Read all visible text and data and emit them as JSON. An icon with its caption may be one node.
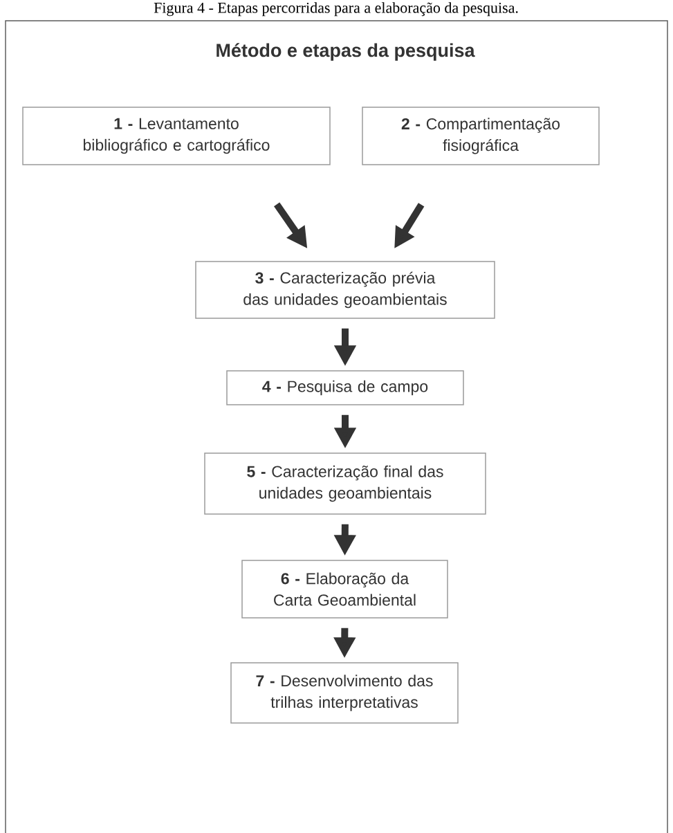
{
  "diagram": {
    "title": "Método e etapas da pesquisa",
    "caption": "Figura 4 - Etapas percorridas para a elaboração da pesquisa.",
    "nodes": [
      {
        "text": [
          "**1 -** Levantamento bibliográfico e cartográfico"
        ]
      },
      {
        "text": [
          "**2 -** Compartimentação fisiográfica"
        ]
      },
      {
        "text": [
          "**3 -** Caracterização prévia das unidades geoambientais"
        ]
      },
      {
        "text": [
          "**4 -** Pesquisa de campo"
        ]
      },
      {
        "text": [
          "**5 -** Caracterização final das unidades geoambientais"
        ]
      },
      {
        "text": [
          "**6 -** Elaboração da Carta Geoambiental"
        ]
      },
      {
        "text": [
          "**7 -** Desenvolvimento das trilhas interpretativas"
        ]
      }
    ],
    "edges": [
      {
        "from": 0,
        "to": 2,
        "arrow": "to"
      },
      {
        "from": 1,
        "to": 2,
        "arrow": "to"
      },
      {
        "from": 2,
        "to": 3,
        "arrow": "to"
      },
      {
        "from": 3,
        "to": 4,
        "arrow": "to"
      },
      {
        "from": 4,
        "to": 5,
        "arrow": "to"
      },
      {
        "from": 5,
        "to": 6,
        "arrow": "to"
      }
    ]
  }
}
